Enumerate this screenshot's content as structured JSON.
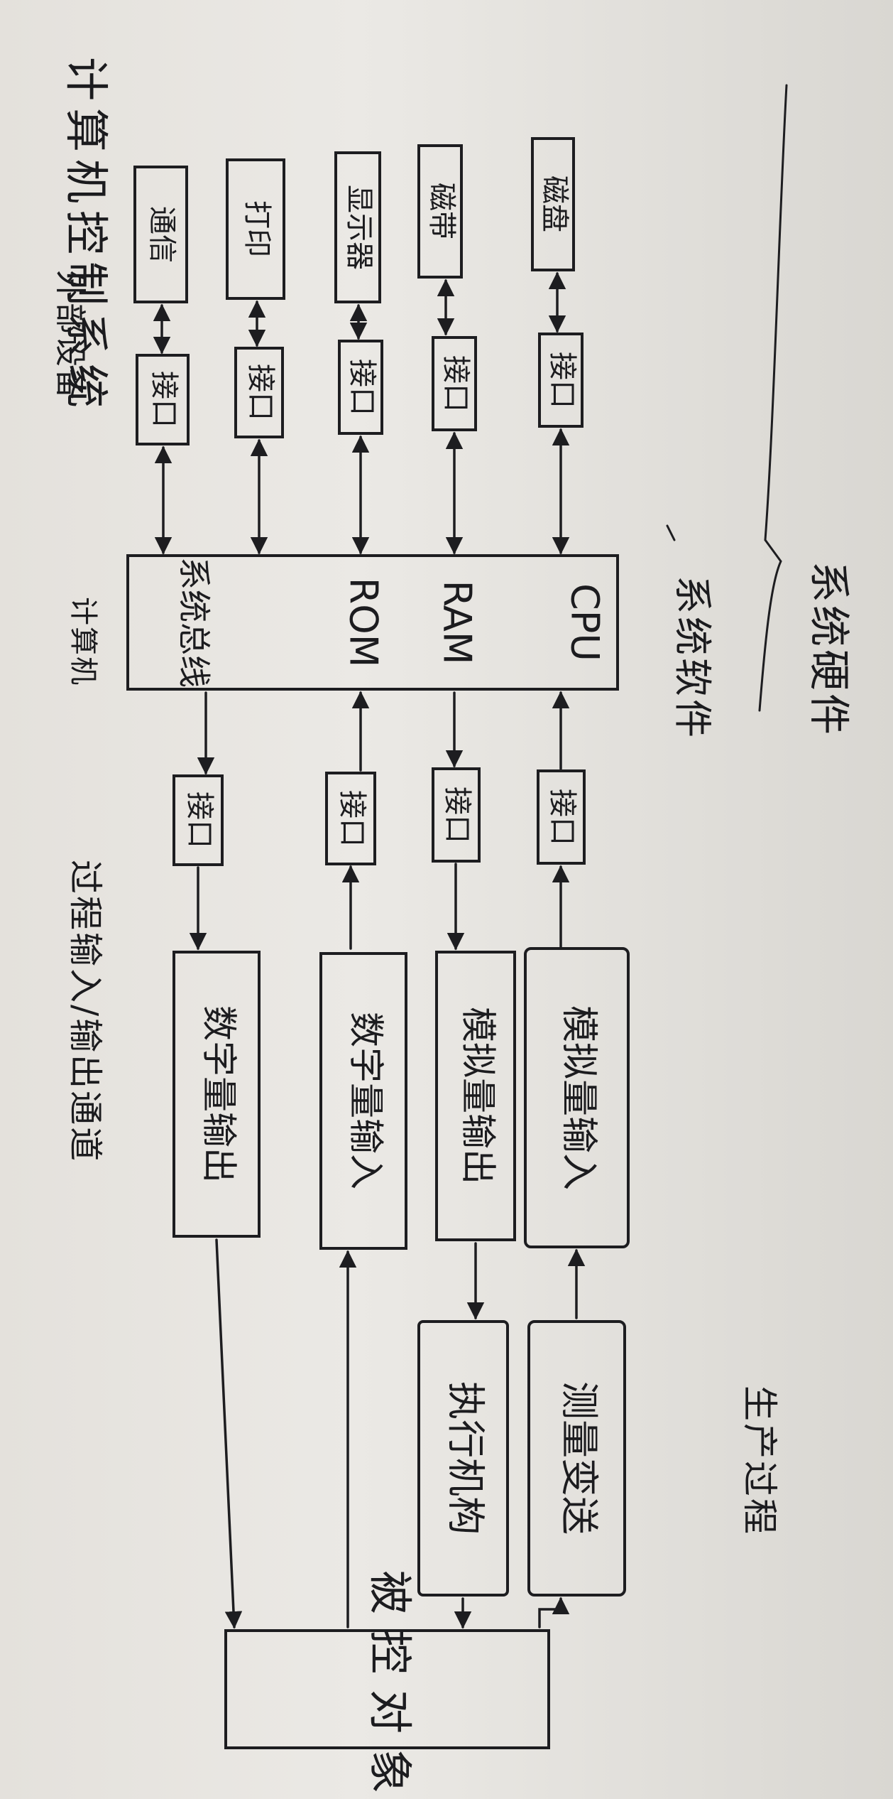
{
  "title": "计算机控制系统",
  "notes": {
    "hardware": "系统硬件",
    "software": "系统软件",
    "channel": "过程输入/输出通道",
    "process": "生产过程",
    "computer": "计算机",
    "peripherals": "外部设备"
  },
  "boxes": {
    "dev_disk": "磁盘",
    "dev_tape": "磁带",
    "dev_display": "显示器",
    "dev_print": "打印",
    "dev_comm": "通信",
    "if_disk": "接口",
    "if_tape": "接口",
    "if_display": "接口",
    "if_print": "接口",
    "if_comm": "接口",
    "cpu": "CPU",
    "ram": "RAM",
    "rom": "ROM",
    "bus": "系统总线",
    "if_ai": "接口",
    "if_ao": "接口",
    "if_di": "接口",
    "if_do": "接口",
    "ai": "模拟量输入",
    "ao": "模拟量输出",
    "di": "数字量输入",
    "do": "数字量输出",
    "sensor": "测量变送",
    "actuator": "执行机构",
    "plant": "被控对象"
  },
  "colors": {
    "ink": "#1d1d20",
    "paper": "#e8e6e2"
  }
}
